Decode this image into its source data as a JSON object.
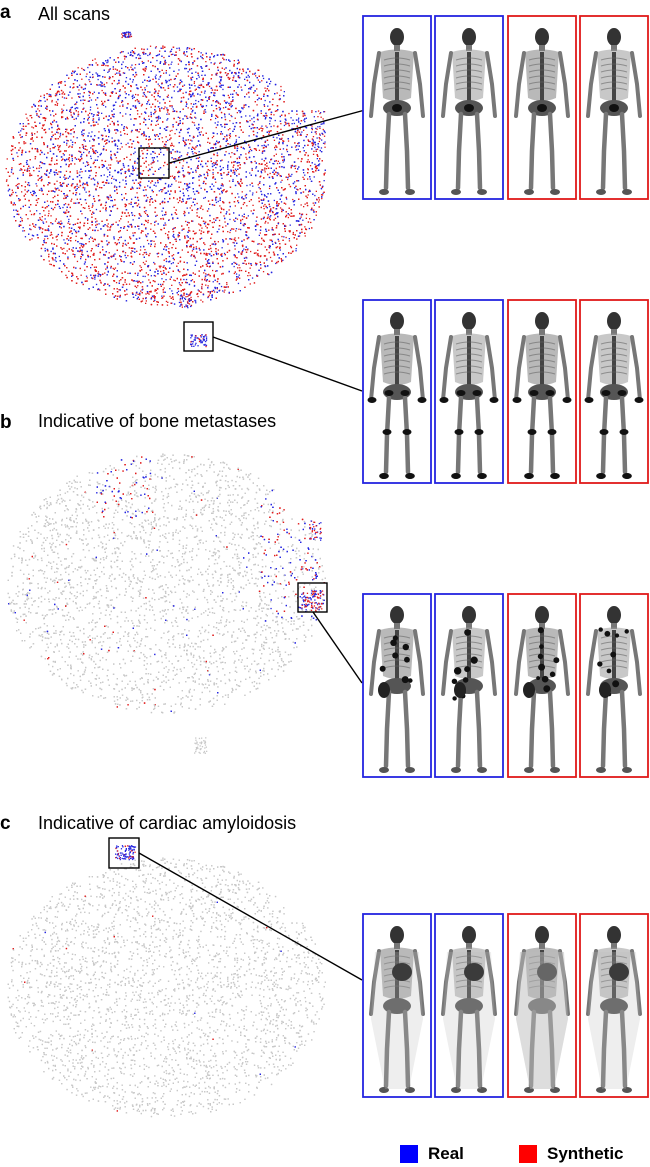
{
  "panels": [
    {
      "letter": "a",
      "title": "All scans"
    },
    {
      "letter": "b",
      "title": "Indicative of bone metastases"
    },
    {
      "letter": "c",
      "title": "Indicative of cardiac amyloidosis"
    }
  ],
  "legend": [
    {
      "label": "Real",
      "color": "#0000ff"
    },
    {
      "label": "Synthetic",
      "color": "#ff0000"
    }
  ],
  "colors": {
    "real": "#2424e0",
    "synthetic": "#e01a1a",
    "background_points": "#c8c8c8",
    "zoom_box": "#000000"
  },
  "scan_rows": [
    {
      "label_sequence": [
        "real",
        "real",
        "synthetic",
        "synthetic"
      ],
      "uptake": "normal"
    },
    {
      "label_sequence": [
        "real",
        "real",
        "synthetic",
        "synthetic"
      ],
      "uptake": "joints"
    },
    {
      "label_sequence": [
        "real",
        "real",
        "synthetic",
        "synthetic"
      ],
      "uptake": "metastases"
    },
    {
      "label_sequence": [
        "real",
        "real",
        "synthetic",
        "synthetic"
      ],
      "uptake": "cardiac"
    }
  ]
}
